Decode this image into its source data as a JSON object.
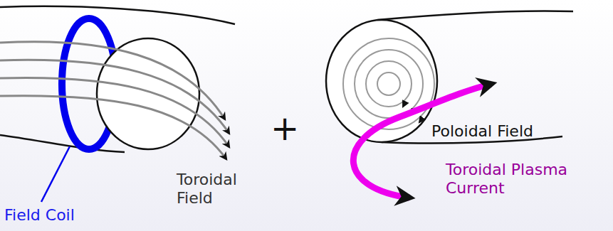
{
  "diagram": {
    "labels": [
      "Field Coil",
      "Toroidal Field",
      "+",
      "Poloidal Field",
      "Toroidal Plasma Current"
    ]
  }
}
